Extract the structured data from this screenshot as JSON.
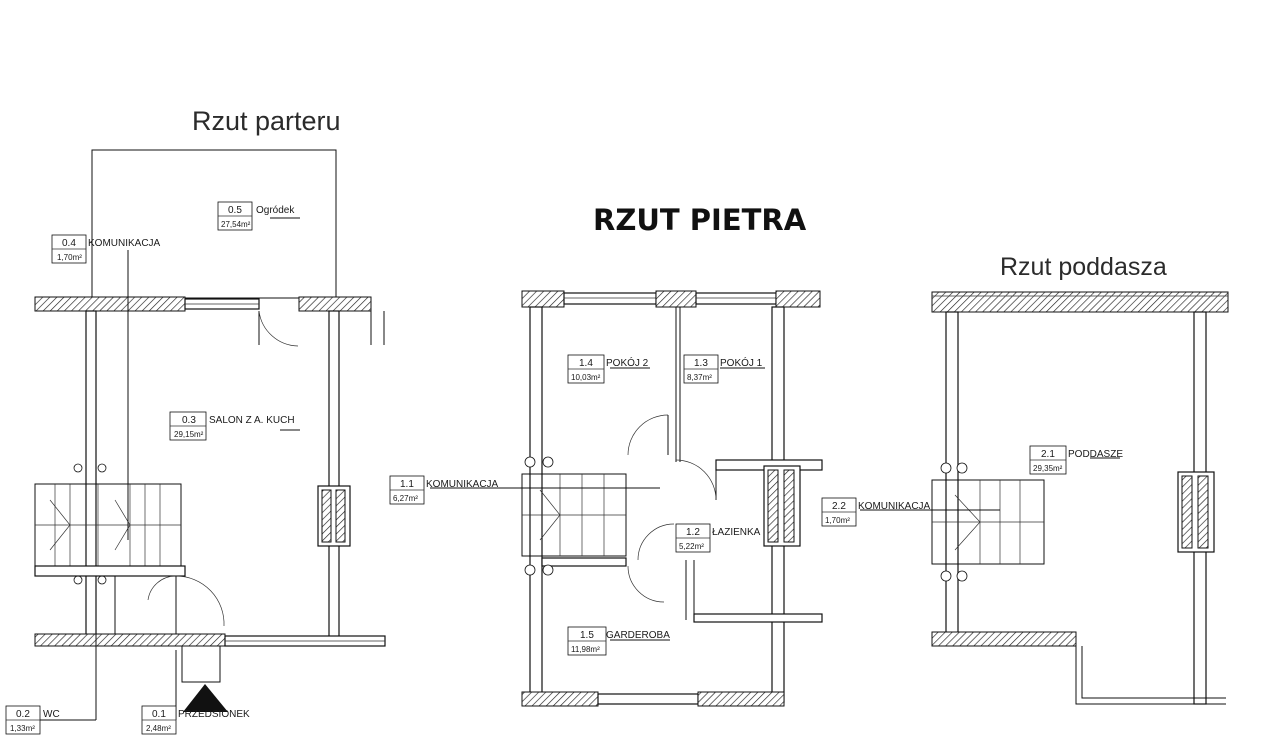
{
  "titles": {
    "ground": "Rzut parteru",
    "floor": "RZUT PIETRA",
    "attic": "Rzut poddasza"
  },
  "rooms": [
    {
      "num": "0.5",
      "name": "Ogródek",
      "area": "27,54m²"
    },
    {
      "num": "0.4",
      "name": "KOMUNIKACJA",
      "area": "1,70m²"
    },
    {
      "num": "0.3",
      "name": "SALON Z A. KUCH",
      "area": "29,15m²"
    },
    {
      "num": "0.2",
      "name": "WC",
      "area": "1,33m²"
    },
    {
      "num": "0.1",
      "name": "PRZEDSIONEK",
      "area": "2,48m²"
    },
    {
      "num": "1.4",
      "name": "POKÓJ 2",
      "area": "10,03m²"
    },
    {
      "num": "1.3",
      "name": "POKÓJ 1",
      "area": "8,37m²"
    },
    {
      "num": "1.1",
      "name": "KOMUNIKACJA",
      "area": "6,27m²"
    },
    {
      "num": "1.2",
      "name": "ŁAZIENKA",
      "area": "5,22m²"
    },
    {
      "num": "1.5",
      "name": "GARDEROBA",
      "area": "11,98m²"
    },
    {
      "num": "2.1",
      "name": "PODDASZE",
      "area": "29,35m²"
    },
    {
      "num": "2.2",
      "name": "KOMUNIKACJA",
      "area": "1,70m²"
    }
  ]
}
